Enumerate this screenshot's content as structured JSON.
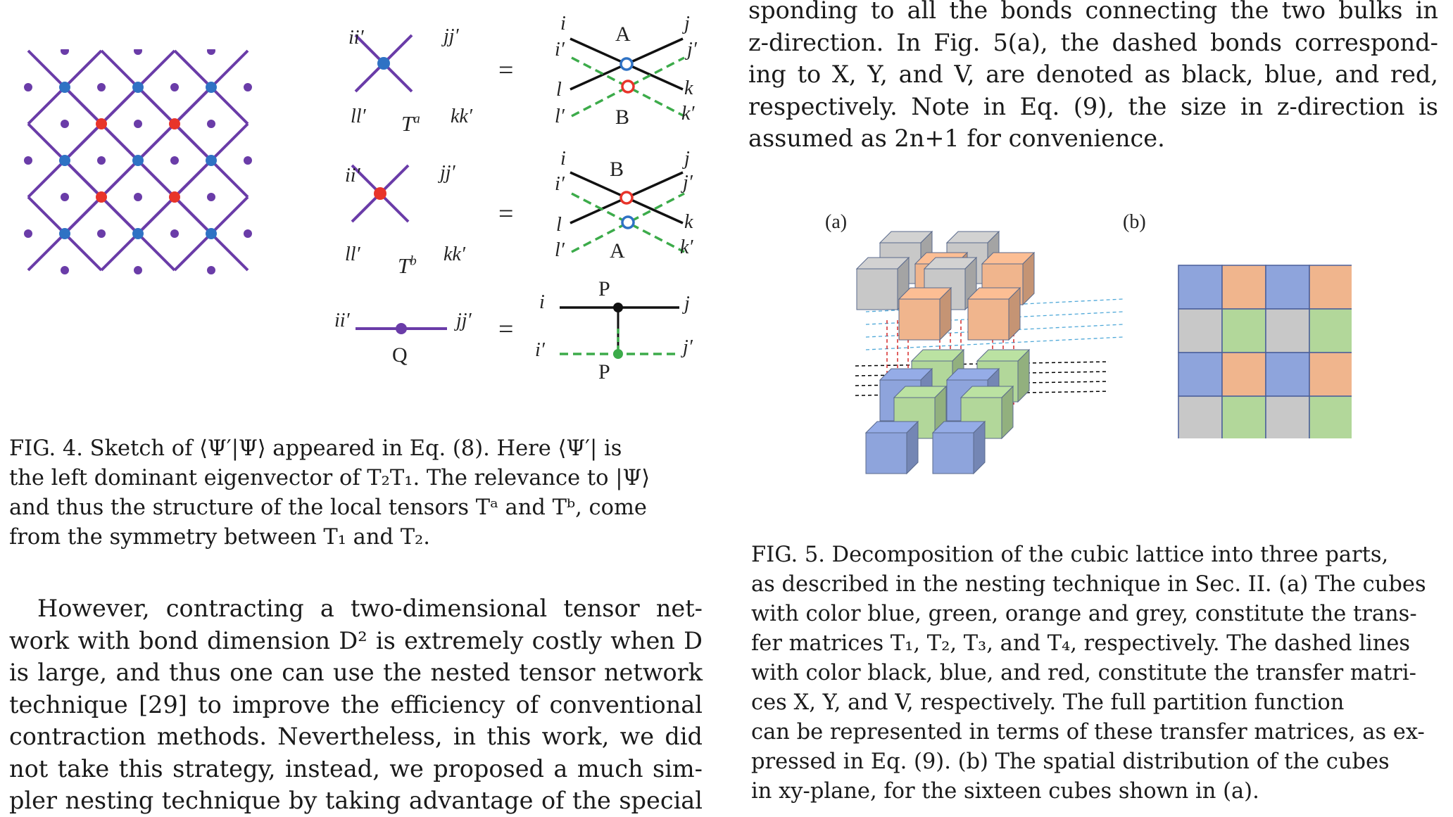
{
  "right_top_paragraph": {
    "lines": [
      "sponding to all the bonds connecting the two bulks in",
      "z-direction.  In Fig. 5(a), the dashed bonds correspond-",
      "ing to X, Y, and V, are denoted as black, blue, and red,",
      "respectively.  Note in Eq. (9), the size in z-direction is",
      "assumed as 2n+1 for convenience."
    ]
  },
  "fig4": {
    "labels": {
      "ii1": "ii′",
      "jj1": "jj′",
      "ll1": "ll′",
      "kk1": "kk′",
      "Ta": "T",
      "Ta_sup": "a",
      "Tb": "T",
      "Tb_sup": "b",
      "ii2": "ii′",
      "jj2": "jj′",
      "ll2": "ll′",
      "kk2": "kk′",
      "ii3": "ii′",
      "jj3": "jj′",
      "Q": "Q",
      "eq": "="
    },
    "rhs": {
      "row1": {
        "i": "i",
        "ip": "i′",
        "l": "l",
        "lp": "l′",
        "j": "j",
        "jp": "j′",
        "k": "k",
        "kp": "k′",
        "top": "A",
        "bottom": "B"
      },
      "row2": {
        "i": "i",
        "ip": "i′",
        "l": "l",
        "lp": "l′",
        "j": "j",
        "jp": "j′",
        "k": "k",
        "kp": "k′",
        "top": "B",
        "bottom": "A"
      },
      "row3": {
        "i": "i",
        "ip": "i′",
        "j": "j",
        "jp": "j′",
        "top": "P",
        "bottom": "P"
      }
    },
    "caption": [
      "FIG. 4.  Sketch of ⟨Ψ′|Ψ⟩ appeared in Eq. (8).  Here ⟨Ψ′| is",
      "the left dominant eigenvector of T₂T₁.  The relevance to |Ψ⟩",
      "and thus the structure of the local tensors Tᵃ and Tᵇ, come",
      "from the symmetry between T₁ and T₂."
    ],
    "colors": {
      "bond": "#6a3ca8",
      "blue_node": "#2f72c4",
      "red_node": "#e8342a",
      "green_dash": "#3cab4a"
    }
  },
  "left_paragraph": {
    "lines": [
      "However, contracting a two-dimensional tensor net-",
      "work with bond dimension D² is extremely costly when D",
      "is large, and thus one can use the nested tensor network",
      "technique [29] to improve the efficiency of conventional",
      "contraction methods.  Nevertheless, in this work, we did",
      "not take this strategy, instead, we proposed a much sim-",
      "pler nesting technique by taking advantage of the special"
    ]
  },
  "fig5": {
    "panel_a_label": "(a)",
    "panel_b_label": "(b)",
    "colors": {
      "blue": "#8ea4dc",
      "green": "#b2d79a",
      "orange": "#f0b58d",
      "grey": "#c8c8c8",
      "black_dash": "#000000",
      "blue_dash": "#4fa8d8",
      "red_dash": "#d62a2a"
    },
    "grid_b": [
      [
        "blue",
        "orange",
        "blue",
        "orange"
      ],
      [
        "grey",
        "green",
        "grey",
        "green"
      ],
      [
        "blue",
        "orange",
        "blue",
        "orange"
      ],
      [
        "grey",
        "green",
        "grey",
        "green"
      ]
    ],
    "caption": [
      "FIG. 5.  Decomposition of the cubic lattice into three parts,",
      "as described in the nesting technique in Sec. II. (a) The cubes",
      "with color blue, green, orange and grey, constitute the trans-",
      "fer matrices T₁, T₂, T₃, and T₄, respectively. The dashed lines",
      "with color black, blue, and red, constitute the transfer matri-",
      "ces X, Y, and V, respectively.  The full partition function",
      "can be represented in terms of these transfer matrices, as ex-",
      "pressed in Eq. (9).  (b) The spatial distribution of the cubes",
      "in xy-plane, for the sixteen cubes shown in (a)."
    ]
  }
}
